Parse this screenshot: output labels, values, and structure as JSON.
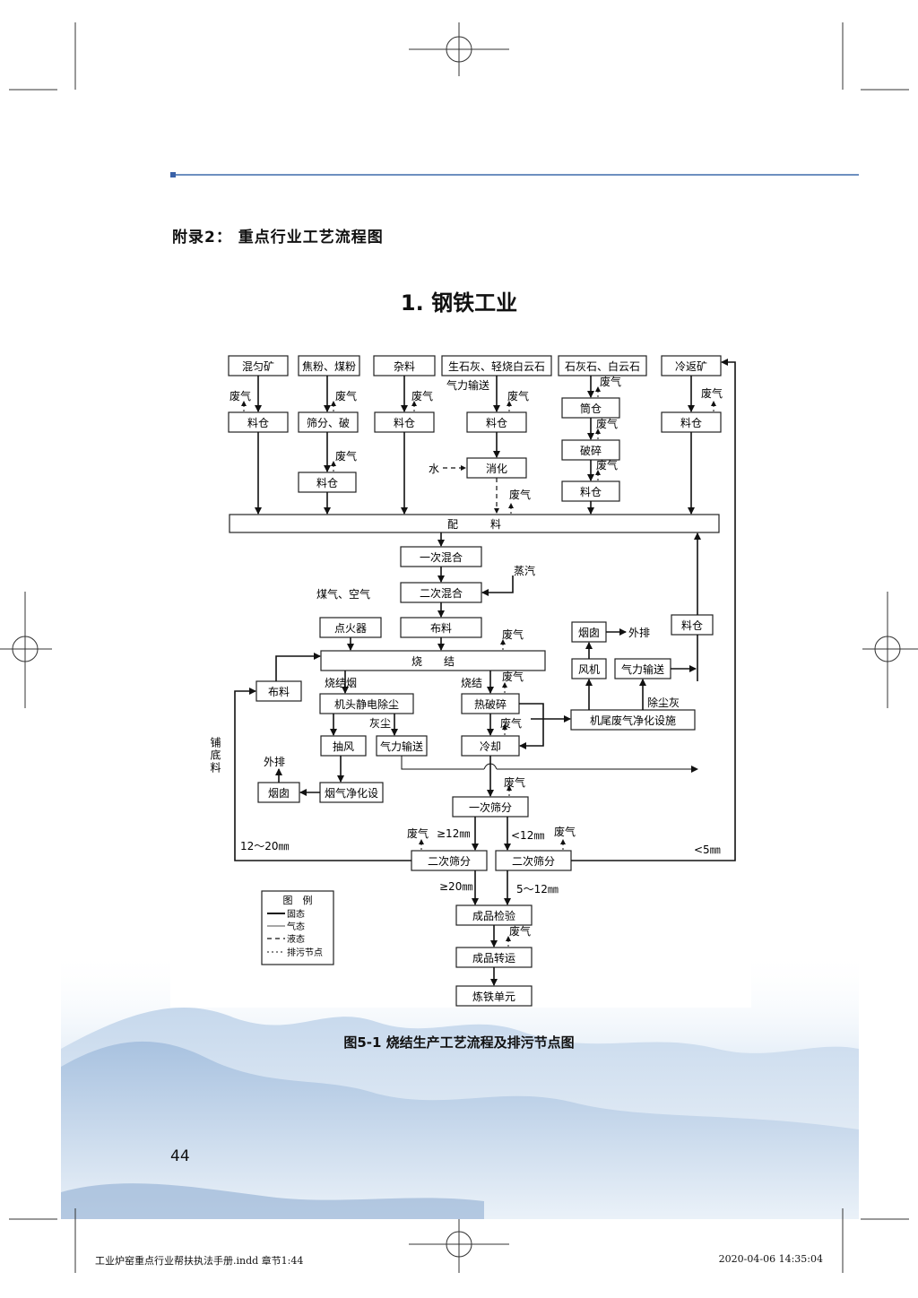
{
  "header": {
    "appendix_title": "附录2：  重点行业工艺流程图",
    "section_title": "1.  钢铁工业"
  },
  "figure": {
    "caption": "图5-1   烧结生产工艺流程及排污节点图",
    "nodes": {
      "hunyunkuang": "混匀矿",
      "jiaofen": "焦粉、煤粉",
      "zaliao": "杂料",
      "shengshihui": "生石灰、轻烧白云石",
      "shihuishi": "石灰石、白云石",
      "lengfankuang": "冷返矿",
      "liaocang": "料仓",
      "shaifen_po": "筛分、破",
      "xiaohua": "消化",
      "tongcang": "筒仓",
      "posui": "破碎",
      "peiliao": "配　　　料",
      "yici_hunhe": "一次混合",
      "erci_hunhe": "二次混合",
      "dianhuoqi": "点火器",
      "buliao": "布料",
      "shaojie": "烧　　结",
      "jitou": "机头静电除尘",
      "choufeng": "抽风",
      "qili_shusong": "气力输送",
      "yancong": "烟囱",
      "yanqi_jinghua": "烟气净化设",
      "rebosui": "热破碎",
      "lengque": "冷却",
      "fengji": "风机",
      "jiwei": "机尾废气净化设施",
      "yici_shaifen": "一次筛分",
      "erci_shaifen": "二次筛分",
      "chengpin_jianyan": "成品检验",
      "chengpin_zhuanyun": "成品转运",
      "liantie": "炼铁单元"
    },
    "labels": {
      "feiqi": "废气",
      "qili_shusong": "气力输送",
      "shui": "水",
      "zhengqi": "蒸汽",
      "meiqi_kongqi": "煤气、空气",
      "shaojieyan": "烧结烟",
      "huichen": "灰尘",
      "shaojie": "烧结",
      "waipai": "外排",
      "chuchenhui": "除尘灰",
      "pudiliao": "铺底料",
      "r12_20": "12～20㎜",
      "ge12": "≥12㎜",
      "lt12": "<12㎜",
      "lt5": "<5㎜",
      "ge20": "≥20㎜",
      "r5_12": "5～12㎜"
    },
    "legend": {
      "title": "图　例",
      "solid": "固态",
      "gas": "气态",
      "liquid": "液态",
      "discharge": "排污节点"
    }
  },
  "footer": {
    "page_number": "44",
    "slug_left": "工业炉窑重点行业帮扶执法手册.indd   章节1:44",
    "slug_right": "2020-04-06   14:35:04"
  },
  "colors": {
    "rule": "#6d8fc0",
    "mountain": "#b9cfe6"
  }
}
